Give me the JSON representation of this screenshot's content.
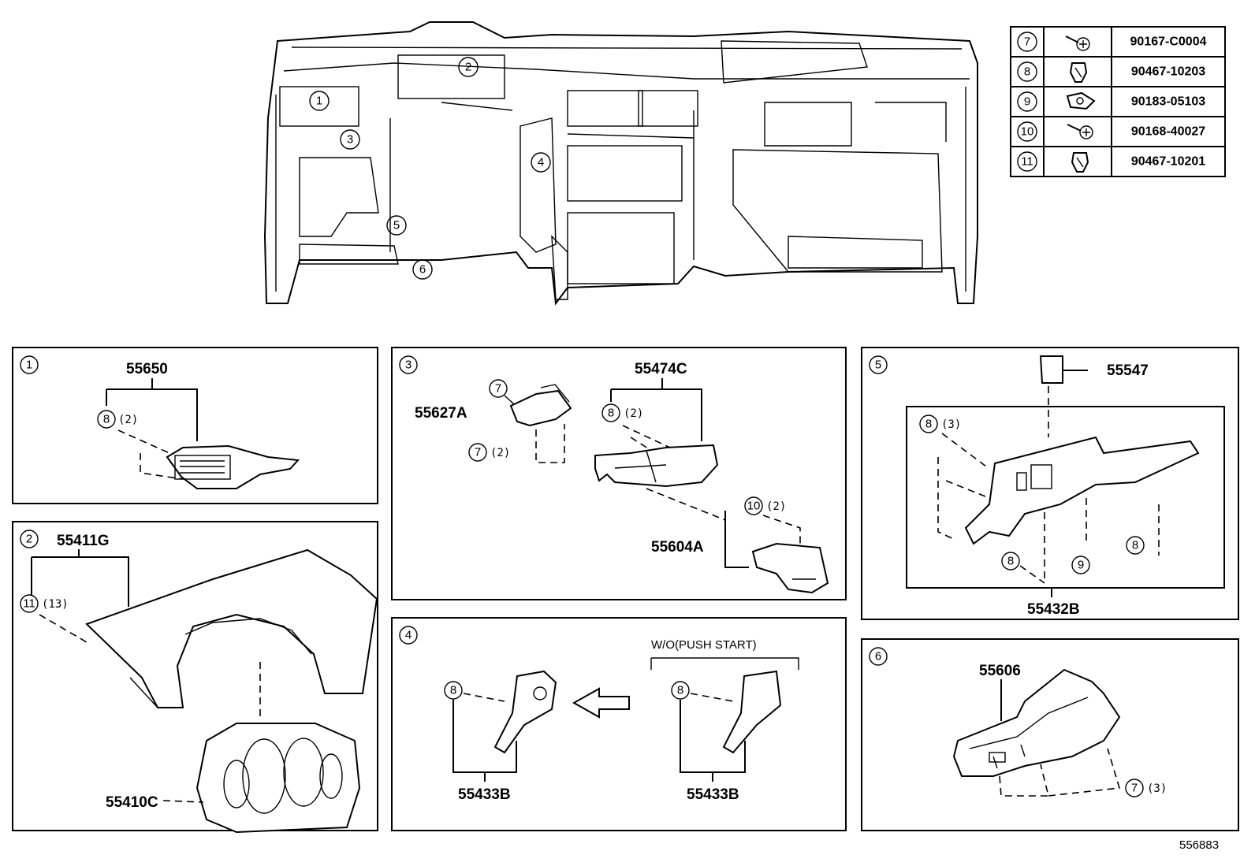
{
  "callouts": {
    "c1": "1",
    "c2": "2",
    "c3": "3",
    "c4": "4",
    "c5": "5",
    "c6": "6",
    "c7": "7",
    "c8": "8",
    "c9": "9",
    "c10": "10",
    "c11": "11"
  },
  "fastener_table": [
    {
      "ref": "7",
      "part_number": "90167-C0004",
      "icon": "screw-icon"
    },
    {
      "ref": "8",
      "part_number": "90467-10203",
      "icon": "clip-icon"
    },
    {
      "ref": "9",
      "part_number": "90183-05103",
      "icon": "nut-icon"
    },
    {
      "ref": "10",
      "part_number": "90168-40027",
      "icon": "screw-icon"
    },
    {
      "ref": "11",
      "part_number": "90467-10201",
      "icon": "clip-icon"
    }
  ],
  "panel1": {
    "id": "1",
    "part": "55650",
    "clip": "8",
    "qty": "(2)"
  },
  "panel2": {
    "id": "2",
    "part_top": "55411G",
    "part_bottom": "55410C",
    "clip": "11",
    "qty": "(13)"
  },
  "panel3": {
    "id": "3",
    "part_a": "55627A",
    "part_b": "55474C",
    "part_c": "55604A",
    "screw": "7",
    "screw_qty": "(2)",
    "clip": "8",
    "clip_qty": "(2)",
    "screw10": "10",
    "screw10_qty": "(2)"
  },
  "panel4": {
    "id": "4",
    "part_left": "55433B",
    "part_right": "55433B",
    "clip": "8",
    "note": "W/O(PUSH START)"
  },
  "panel5": {
    "id": "5",
    "part_top": "55547",
    "part_bottom": "55432B",
    "clip": "8",
    "clip_qty": "(3)",
    "nut": "9"
  },
  "panel6": {
    "id": "6",
    "part": "55606",
    "screw": "7",
    "screw_qty": "(3)"
  },
  "figure_id": "556883"
}
